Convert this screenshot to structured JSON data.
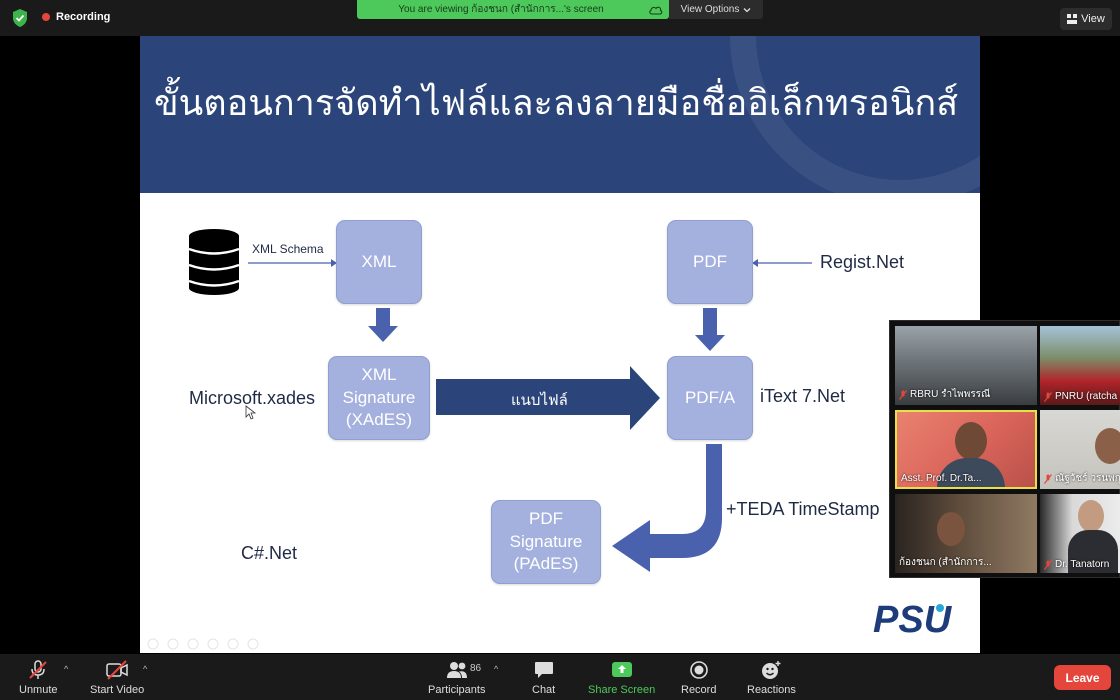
{
  "topbar": {
    "recording_label": "Recording",
    "viewing_banner": "You are viewing ก้องชนก (สำนักการ...'s screen",
    "view_options_label": "View Options",
    "view_button_label": "View"
  },
  "slide": {
    "title": "ขั้นตอนการจัดทำไฟล์และลงลายมือชื่ออิเล็กทรอนิกส์",
    "boxes": {
      "xml": "XML",
      "xml_signature": [
        "XML",
        "Signature",
        "(XAdES)"
      ],
      "pdf": "PDF",
      "pdfa": "PDF/A",
      "pdf_signature": [
        "PDF",
        "Signature",
        "(PAdES)"
      ]
    },
    "labels": {
      "xml_schema": "XML Schema",
      "regist_net": "Regist.Net",
      "microsoft_xades": "Microsoft.xades",
      "attach_file": "แนบไฟล์",
      "itext": "iText 7.Net",
      "teda": "+TEDA TimeStamp",
      "csharp": "C#.Net",
      "logo": "PSU"
    }
  },
  "gallery": {
    "participants": [
      {
        "name": "RBRU รำไพพรรณี"
      },
      {
        "name": "PNRU (ratcha"
      },
      {
        "name": "Asst. Prof. Dr.Ta..."
      },
      {
        "name": "ณัฐวัชร์ วรนพกุล"
      },
      {
        "name": "ก้องชนก (สำนักการ..."
      },
      {
        "name": "Dr. Tanatorn"
      }
    ]
  },
  "toolbar": {
    "unmute": "Unmute",
    "start_video": "Start Video",
    "participants": "Participants",
    "participant_count": "86",
    "chat": "Chat",
    "share_screen": "Share Screen",
    "record": "Record",
    "reactions": "Reactions",
    "leave": "Leave"
  },
  "colors": {
    "slide_header": "#2b4479",
    "box_fill": "#a4b1de",
    "arrow_fill": "#4a62ad",
    "share_green": "#4cc95a",
    "leave_red": "#e5463c"
  }
}
